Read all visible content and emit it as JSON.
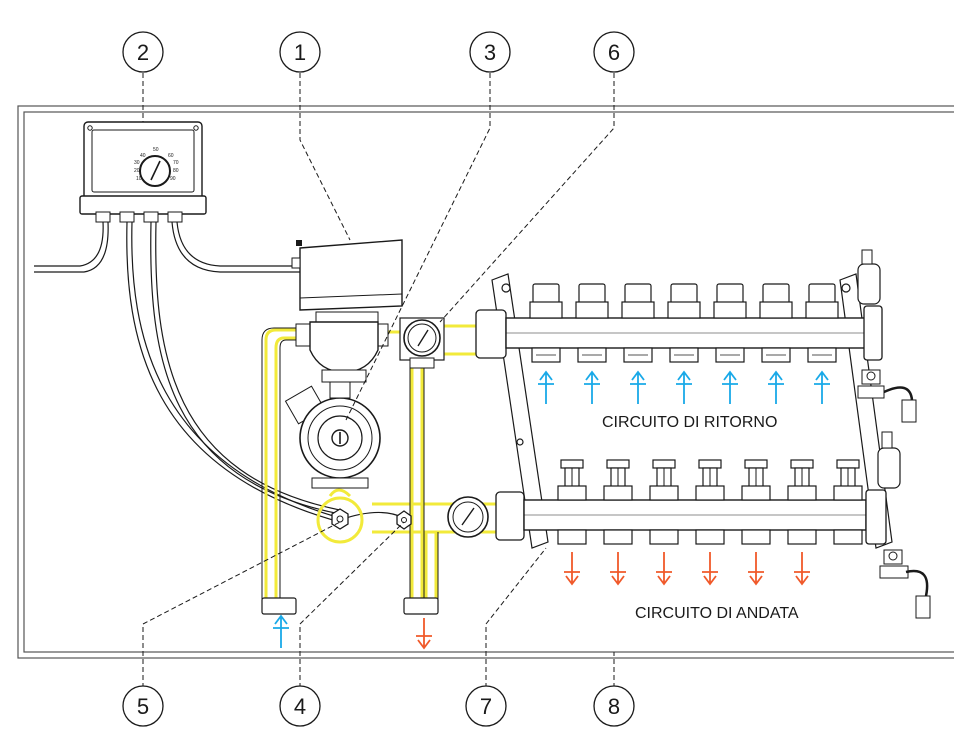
{
  "callouts": {
    "c1": "1",
    "c2": "2",
    "c3": "3",
    "c4": "4",
    "c5": "5",
    "c6": "6",
    "c7": "7",
    "c8": "8"
  },
  "labels": {
    "return_circuit": "CIRCUITO DI RITORNO",
    "supply_circuit": "CIRCUITO DI ANDATA"
  },
  "gauge_scale": [
    "50",
    "40",
    "60",
    "30",
    "70",
    "20",
    "80",
    "10",
    "90"
  ],
  "colors": {
    "line": "#1a1a1a",
    "pipe_highlight": "#f2ea3a",
    "return_arrow": "#19a9e8",
    "supply_arrow": "#f0592a",
    "box_border": "#555555"
  },
  "icons": {
    "return_arrow": "return-flow-arrow-icon",
    "supply_arrow": "supply-flow-arrow-icon",
    "gauge": "gauge-icon",
    "air_vent": "air-vent-icon"
  }
}
